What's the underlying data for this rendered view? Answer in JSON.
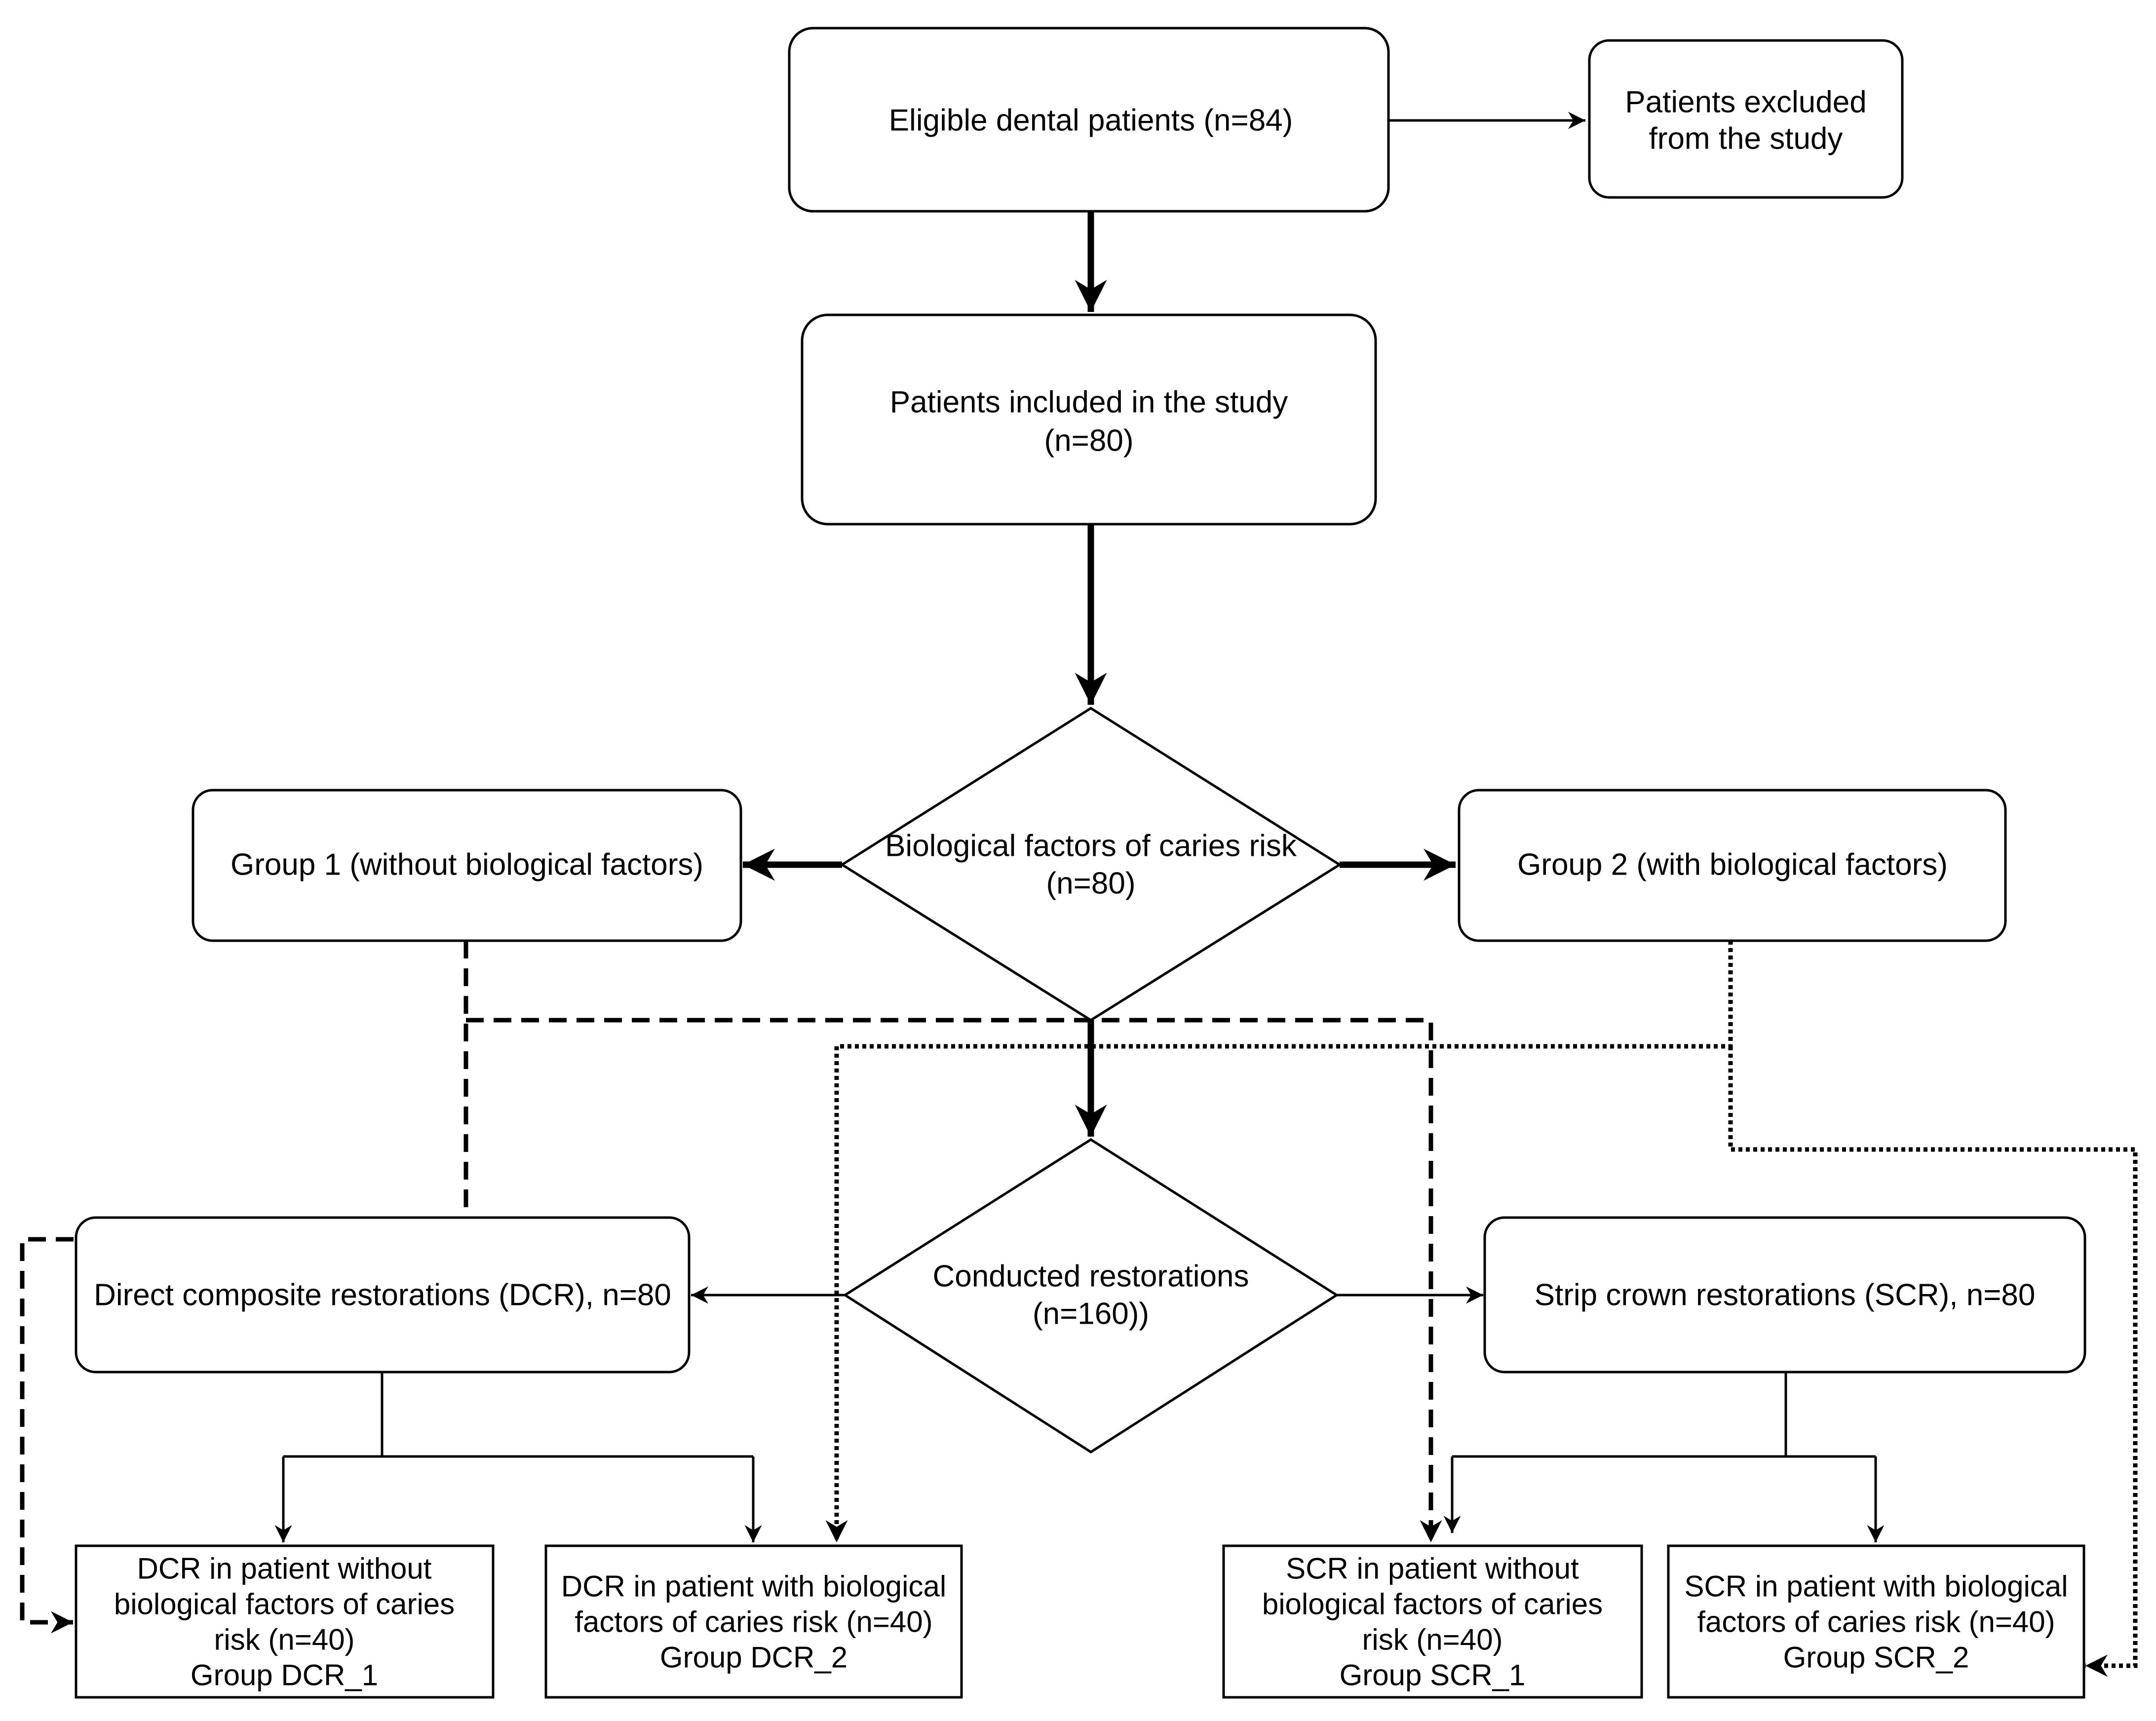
{
  "diagram": {
    "type": "flowchart",
    "colors": {
      "stroke": "#000000",
      "text": "#000000",
      "background": "#ffffff"
    },
    "nodes": {
      "eligible": {
        "shape": "rounded-rect",
        "lines": [
          "Eligible dental patients (n=84)"
        ]
      },
      "excluded": {
        "shape": "rounded-rect",
        "lines": [
          "Patients excluded",
          "from the study"
        ]
      },
      "included": {
        "shape": "rounded-rect",
        "lines": [
          "Patients included in the study",
          "(n=80)"
        ]
      },
      "bio_factors": {
        "shape": "diamond",
        "lines": [
          "Biological factors of caries risk",
          "(n=80)"
        ]
      },
      "group1": {
        "shape": "rounded-rect",
        "lines": [
          "Group 1 (without biological factors)"
        ]
      },
      "group2": {
        "shape": "rounded-rect",
        "lines": [
          "Group 2 (with biological factors)"
        ]
      },
      "conducted": {
        "shape": "diamond",
        "lines": [
          "Conducted restorations",
          "(n=160))"
        ]
      },
      "dcr": {
        "shape": "rounded-rect",
        "lines": [
          "Direct composite restorations (DCR), n=80"
        ]
      },
      "scr": {
        "shape": "rounded-rect",
        "lines": [
          "Strip crown restorations (SCR), n=80"
        ]
      },
      "dcr1": {
        "shape": "rect",
        "lines": [
          "DCR in patient without",
          "biological factors of caries",
          "risk (n=40)",
          "Group DCR_1"
        ]
      },
      "dcr2": {
        "shape": "rect",
        "lines": [
          "DCR in patient with biological",
          "factors of caries risk (n=40)",
          "Group DCR_2"
        ]
      },
      "scr1": {
        "shape": "rect",
        "lines": [
          "SCR in patient without",
          "biological factors of caries",
          "risk (n=40)",
          "Group SCR_1"
        ]
      },
      "scr2": {
        "shape": "rect",
        "lines": [
          "SCR in patient with biological",
          "factors of caries risk (n=40)",
          "Group SCR_2"
        ]
      }
    },
    "edges": [
      {
        "from": "eligible",
        "to": "excluded",
        "style": "solid"
      },
      {
        "from": "eligible",
        "to": "included",
        "style": "bold"
      },
      {
        "from": "included",
        "to": "bio_factors",
        "style": "bold"
      },
      {
        "from": "bio_factors",
        "to": "group1",
        "style": "bold"
      },
      {
        "from": "bio_factors",
        "to": "group2",
        "style": "bold"
      },
      {
        "from": "bio_factors",
        "to": "conducted",
        "style": "bold"
      },
      {
        "from": "conducted",
        "to": "dcr",
        "style": "solid"
      },
      {
        "from": "conducted",
        "to": "scr",
        "style": "solid"
      },
      {
        "from": "dcr",
        "to": "dcr1",
        "style": "solid"
      },
      {
        "from": "dcr",
        "to": "dcr2",
        "style": "solid"
      },
      {
        "from": "scr",
        "to": "scr1",
        "style": "solid"
      },
      {
        "from": "scr",
        "to": "scr2",
        "style": "solid"
      },
      {
        "from": "group1",
        "to": "dcr1",
        "style": "dashed"
      },
      {
        "from": "group1",
        "to": "scr1",
        "style": "dashed"
      },
      {
        "from": "group2",
        "to": "dcr2",
        "style": "dotted"
      },
      {
        "from": "group2",
        "to": "scr2",
        "style": "dotted"
      }
    ]
  }
}
